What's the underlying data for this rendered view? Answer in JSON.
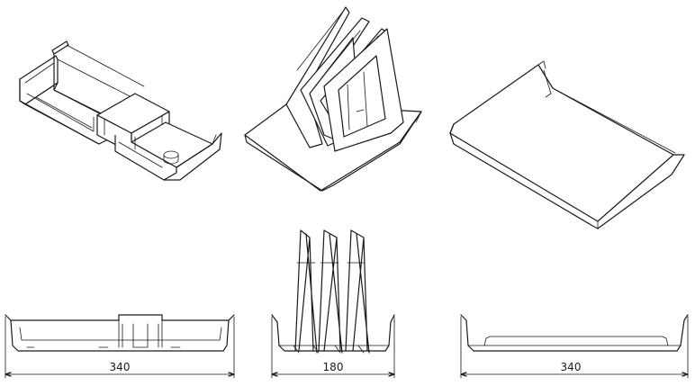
{
  "dimensions": {
    "left": "340",
    "middle": "180",
    "right": "340"
  }
}
